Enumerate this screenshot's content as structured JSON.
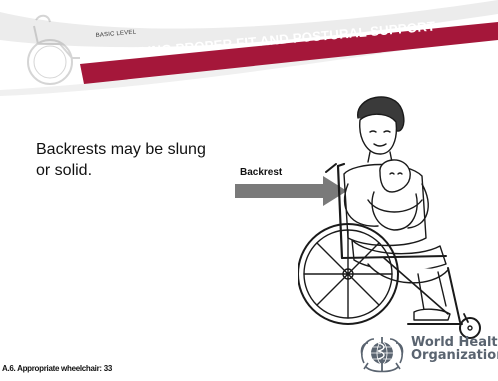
{
  "header": {
    "level_label": "BASIC LEVEL",
    "title": "PROVIDING PROPER FIT AND POSTURAL SUPPORT"
  },
  "body": {
    "text_line_1": "Backrests may be slung",
    "text_line_2": "or solid."
  },
  "callout": {
    "label": "Backrest",
    "arrow_color": "#7a7a7a"
  },
  "footer": {
    "reference": "A.6. Appropriate wheelchair: 33",
    "logo": {
      "line_1": "World Health",
      "line_2": "Organization"
    }
  },
  "colors": {
    "banner": "#a5173a",
    "banner_shadow": "#e8e8e8"
  }
}
